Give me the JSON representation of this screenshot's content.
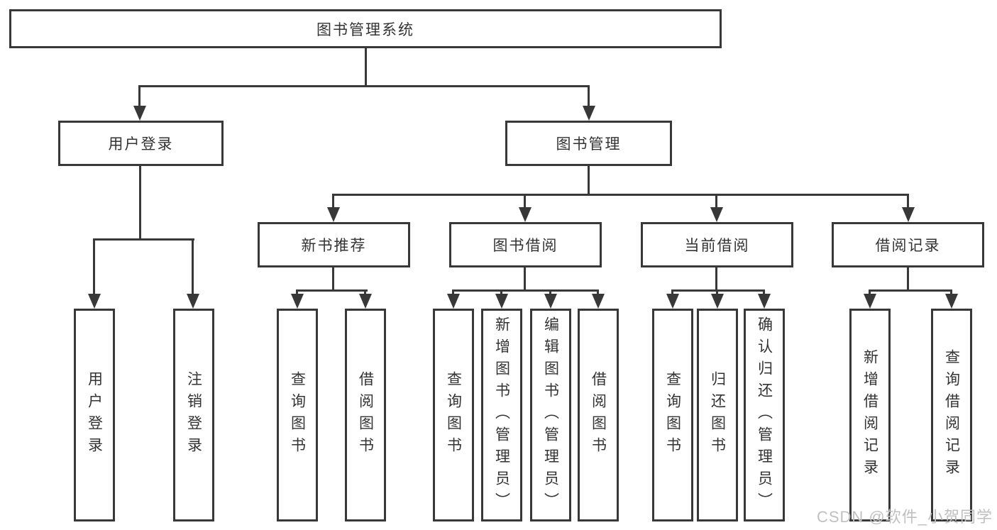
{
  "diagram_title": "图书管理系统",
  "nodes": {
    "root": "图书管理系统",
    "user_login": "用户登录",
    "book_management": "图书管理",
    "new_book_recommend": "新书推荐",
    "book_borrow": "图书借阅",
    "current_borrow": "当前借阅",
    "borrow_records": "借阅记录",
    "leaves": [
      "用户登录",
      "注销登录",
      "查询图书",
      "借阅图书",
      "查询图书",
      "新增图书（管理员）",
      "编辑图书（管理员）",
      "借阅图书",
      "查询图书",
      "归还图书",
      "确认归还（管理员）",
      "新增借阅记录",
      "查询借阅记录"
    ]
  },
  "hierarchy": {
    "图书管理系统": [
      "用户登录",
      "图书管理"
    ],
    "用户登录": [
      "用户登录",
      "注销登录"
    ],
    "图书管理": [
      "新书推荐",
      "图书借阅",
      "当前借阅",
      "借阅记录"
    ],
    "新书推荐": [
      "查询图书",
      "借阅图书"
    ],
    "图书借阅": [
      "查询图书",
      "新增图书（管理员）",
      "编辑图书（管理员）",
      "借阅图书"
    ],
    "当前借阅": [
      "查询图书",
      "归还图书",
      "确认归还（管理员）"
    ],
    "借阅记录": [
      "新增借阅记录",
      "查询借阅记录"
    ]
  },
  "watermark": "CSDN @软件_小贺同学",
  "colors": {
    "line": "#383838",
    "text": "#333333",
    "watermark": "#c0c0c0",
    "background": "#ffffff"
  }
}
